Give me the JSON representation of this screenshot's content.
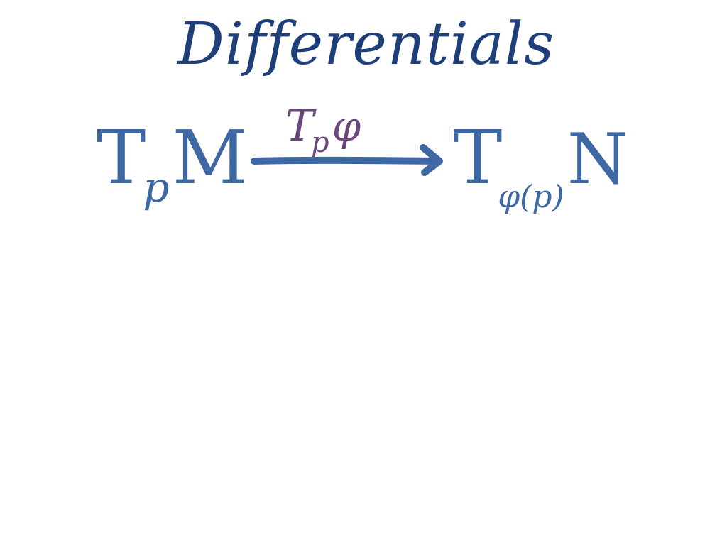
{
  "title": "Differentials",
  "source": {
    "base": "T",
    "subscript": "p",
    "space": "M"
  },
  "target": {
    "base": "T",
    "subscript": "φ(p)",
    "space": "N"
  },
  "map_label": {
    "base": "T",
    "subscript": "p",
    "map": "φ"
  },
  "colors": {
    "title": "#1e3f7a",
    "spaces": "#3d68a4",
    "arrow": "#3d68a4",
    "map_label": "#6b477a"
  }
}
